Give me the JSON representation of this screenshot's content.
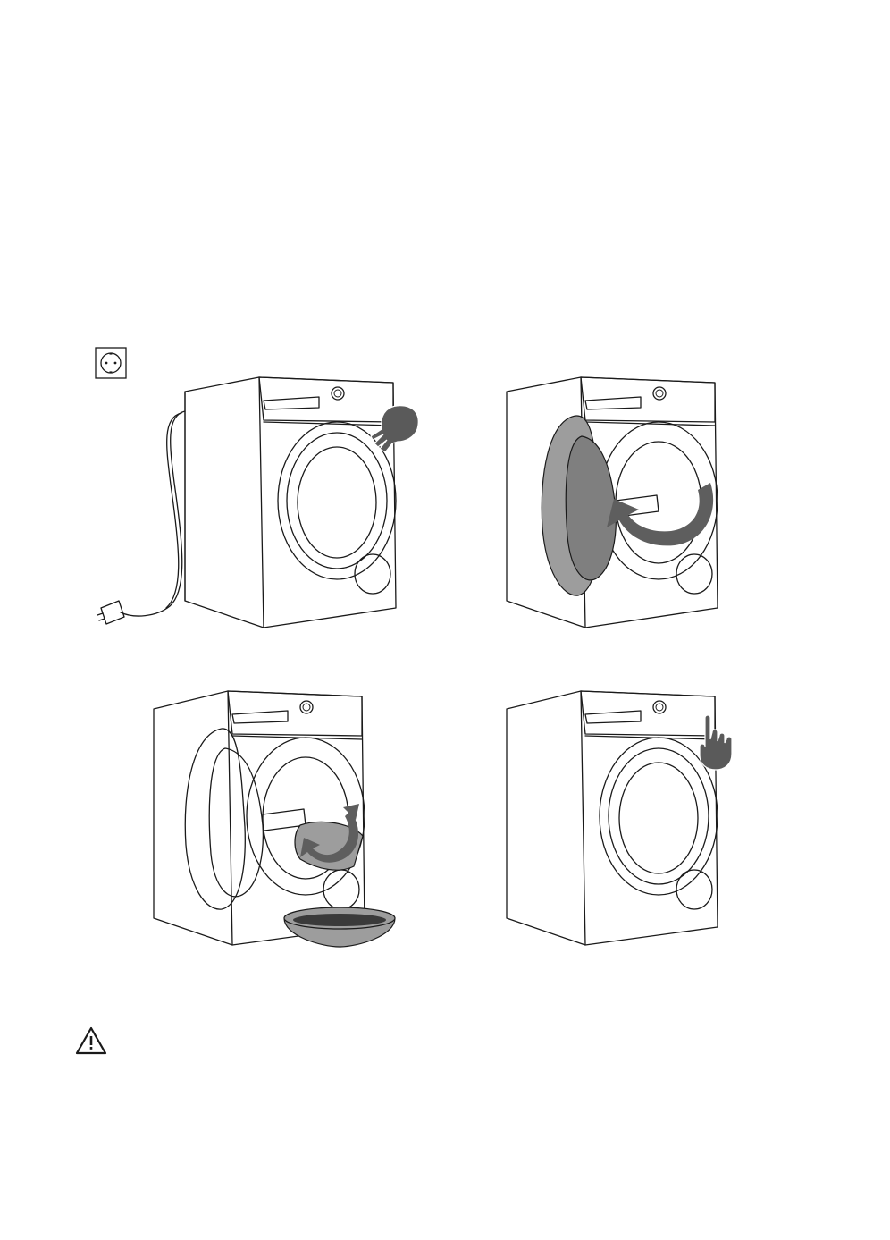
{
  "page": {
    "background": "#ffffff",
    "line_color": "#1a1a1a",
    "accent_grey": "#9d9d9d",
    "arrow_grey": "#5e5e5e"
  },
  "icons": {
    "socket": "power-socket-icon",
    "warning": "warning-triangle-icon"
  },
  "steps": [
    {
      "name": "unplug-appliance",
      "icon": "hand-icon"
    },
    {
      "name": "open-filter-cover",
      "icon": "rotate-arrow-icon"
    },
    {
      "name": "drain-water-remove-filter",
      "icon": "rotate-arrow-icon"
    },
    {
      "name": "press-button",
      "icon": "pointing-hand-icon"
    }
  ]
}
